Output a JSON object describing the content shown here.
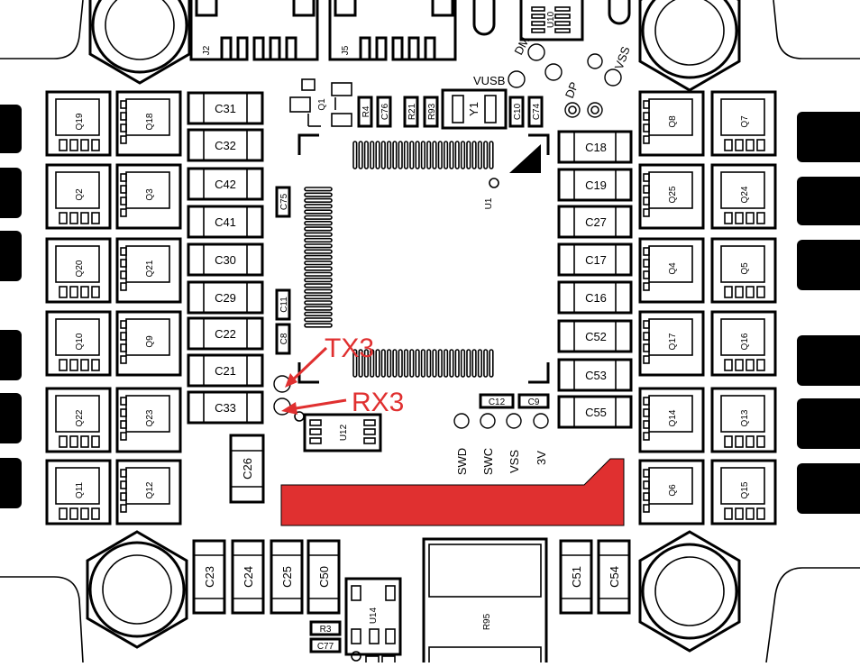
{
  "board": {
    "accent_color": "#e03030",
    "mosfets": {
      "left_a": [
        "Q19",
        "Q2",
        "Q20",
        "Q10",
        "Q22",
        "Q11"
      ],
      "left_b": [
        "Q18",
        "Q3",
        "Q21",
        "Q9",
        "Q23",
        "Q12"
      ],
      "right_a": [
        "Q8",
        "Q25",
        "Q4",
        "Q17",
        "Q14",
        "Q6"
      ],
      "right_b": [
        "Q7",
        "Q24",
        "Q5",
        "Q16",
        "Q13",
        "Q15"
      ]
    },
    "caps_left": [
      "C31",
      "C32",
      "C42",
      "C41",
      "C30",
      "C29",
      "C22",
      "C21",
      "C33"
    ],
    "caps_right": [
      "C18",
      "C19",
      "C27",
      "C17",
      "C16",
      "C52",
      "C53",
      "C55"
    ],
    "caps_bottom": [
      "C23",
      "C24",
      "C25",
      "C50",
      "C51",
      "C54"
    ],
    "c26": "C26",
    "connectors": [
      "J2",
      "J5"
    ],
    "mcu": "U1",
    "u10": "U10",
    "u12": "U12",
    "u14": "U14",
    "q1": "Q1",
    "y1": "Y1",
    "r95": "R95",
    "small_parts": {
      "r4": "R4",
      "c76": "C76",
      "r21": "R21",
      "r93": "R93",
      "c10": "C10",
      "c74": "C74",
      "c75": "C75",
      "c11": "C11",
      "c8": "C8",
      "c12": "C12",
      "c9": "C9",
      "r3": "R3",
      "c77": "C77"
    },
    "pads": {
      "dm": "DM",
      "vss_top": "VSS",
      "vusb": "VUSB",
      "dp": "DP",
      "swd": "SWD",
      "swc": "SWC",
      "vss_bottom": "VSS",
      "v3": "3V"
    },
    "annotations": {
      "tx": "TX3",
      "rx": "RX3"
    }
  }
}
